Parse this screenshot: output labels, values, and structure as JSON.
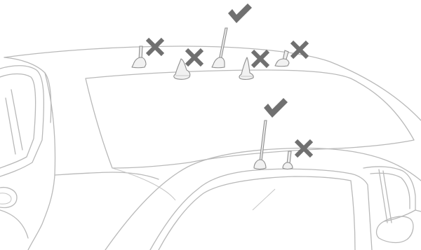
{
  "illustration": {
    "marks": [
      {
        "id": "antenna-short-stub-back-left",
        "verdict": "cross"
      },
      {
        "id": "antenna-shark-fin-rear",
        "verdict": "cross"
      },
      {
        "id": "antenna-tall-rod-center",
        "verdict": "check"
      },
      {
        "id": "antenna-shark-fin-center",
        "verdict": "cross"
      },
      {
        "id": "antenna-short-stub-back-right",
        "verdict": "cross"
      },
      {
        "id": "antenna-tall-rod-front",
        "verdict": "check"
      },
      {
        "id": "antenna-short-stub-front",
        "verdict": "cross"
      }
    ],
    "colors": {
      "check": "#707070",
      "cross": "#707070",
      "outline": "#b9b9b9",
      "background": "#ffffff"
    },
    "icons": [
      "check-mark-icon",
      "cross-mark-icon"
    ]
  }
}
